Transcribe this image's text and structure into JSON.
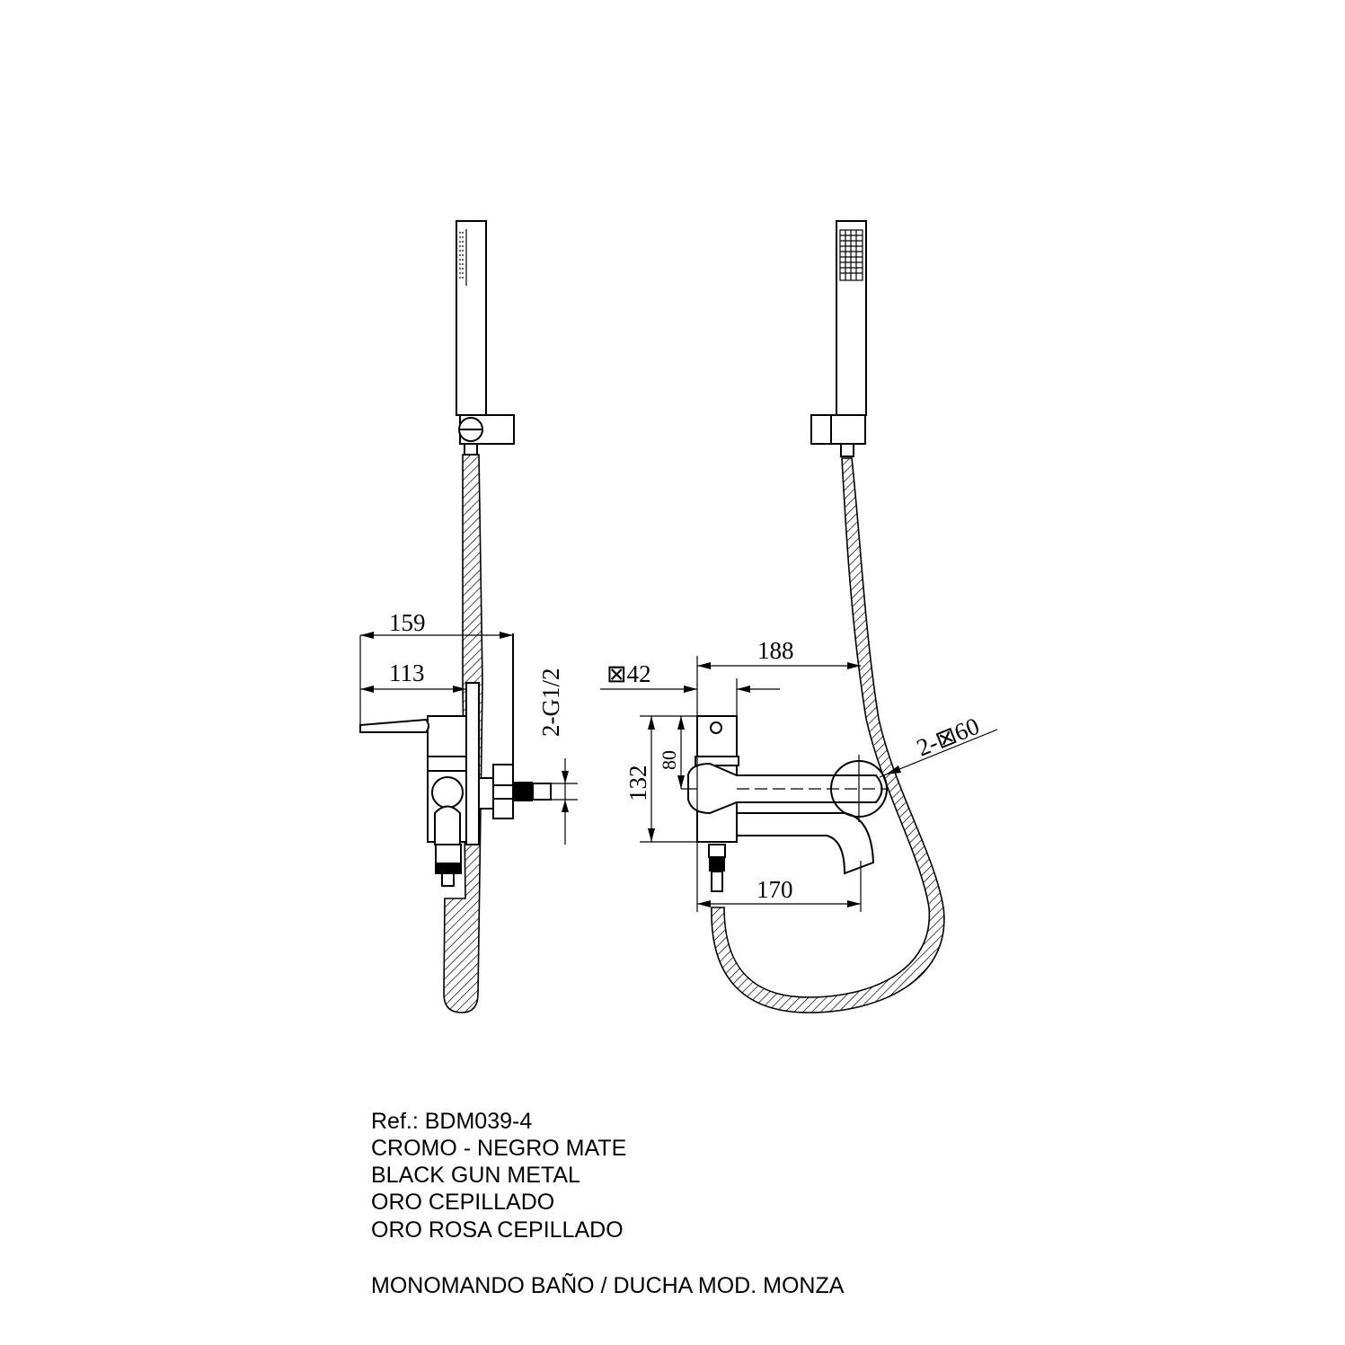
{
  "reference": "Ref.: BDM039-4",
  "finishes": [
    "CROMO - NEGRO MATE",
    "BLACK GUN METAL",
    "ORO CEPILLADO",
    "ORO ROSA CEPILLADO"
  ],
  "model": "MONOMANDO BAÑO / DUCHA MOD. MONZA",
  "side_view": {
    "dim_total": "159",
    "dim_handle": "113",
    "dim_thread": "2-G1/2"
  },
  "front_view": {
    "dim_width": "188",
    "dim_body": "⊠42",
    "dim_height_total": "132",
    "dim_height_inner": "80",
    "dim_spout": "170",
    "dim_escutcheon": "2-⊠60"
  }
}
